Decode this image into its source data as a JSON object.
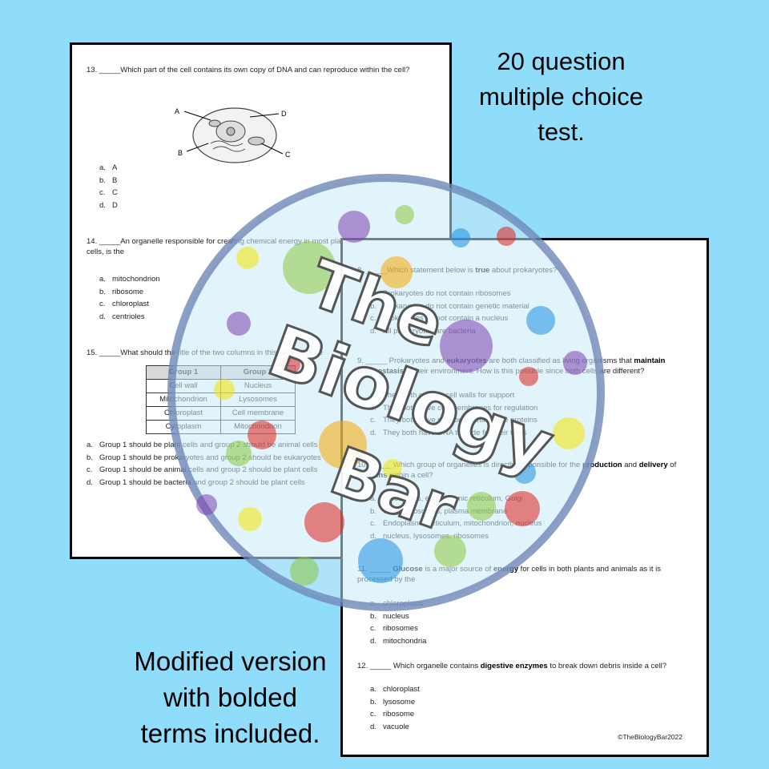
{
  "promo": {
    "top_lines": [
      "20 question",
      "multiple choice",
      "test."
    ],
    "bottom_lines": [
      "Modified version",
      "with bolded",
      "terms included."
    ]
  },
  "logo": {
    "lines": [
      "The",
      "Biology",
      "Bar"
    ]
  },
  "left_page": {
    "q13": {
      "text": "13. _____Which part of the cell contains its own copy of DNA and can reproduce within the cell?",
      "diagram_labels": [
        "A",
        "B",
        "C",
        "D"
      ],
      "options": [
        {
          "letter": "a.",
          "text": "A"
        },
        {
          "letter": "b.",
          "text": "B"
        },
        {
          "letter": "c.",
          "text": "C"
        },
        {
          "letter": "d.",
          "text": "D"
        }
      ]
    },
    "q14": {
      "text": "14. _____An organelle responsible for creating chemical energy in most plant cells and animal cells, is the",
      "options": [
        {
          "letter": "a.",
          "text": "mitochondrion"
        },
        {
          "letter": "b.",
          "text": "ribosome"
        },
        {
          "letter": "c.",
          "text": "chloroplast"
        },
        {
          "letter": "d.",
          "text": "centrioles"
        }
      ]
    },
    "q15": {
      "text": "15. _____What should the title of the two columns in this data table be",
      "table": {
        "headers": [
          "Group 1",
          "Group 2"
        ],
        "rows": [
          [
            "Cell wall",
            "Nucleus"
          ],
          [
            "Mitochondrion",
            "Lysosomes"
          ],
          [
            "Chloroplast",
            "Cell membrane"
          ],
          [
            "Cytoplasm",
            "Mitochondrion"
          ]
        ]
      },
      "options": [
        {
          "letter": "a.",
          "text": "Group 1 should be plant cells and group 2 should be animal cells"
        },
        {
          "letter": "b.",
          "text": "Group 1 should be prokaryotes and group 2 should be eukaryotes"
        },
        {
          "letter": "c.",
          "text": "Group 1 should be animal cells and group 2 should be plant cells"
        },
        {
          "letter": "d.",
          "text": "Group 1 should be bacteria and group 2 should be plant cells"
        }
      ]
    }
  },
  "right_page": {
    "q8": {
      "num": "8.",
      "blank": "_____",
      "pre": "Which statement below is ",
      "bold": "true",
      "post": " about prokaryotes?",
      "options": [
        {
          "letter": "a.",
          "text": "Prokaryotes do not contain ribosomes"
        },
        {
          "letter": "b.",
          "text": "Prokaryotes do not contain genetic material"
        },
        {
          "letter": "c.",
          "text": "Prokaryotes do not contain a nucleus"
        },
        {
          "letter": "d.",
          "text": "All prokaryotes are bacteria"
        }
      ]
    },
    "q9": {
      "num": "9.",
      "blank": "_____",
      "t1": "Prokaryotes and ",
      "b1": "eukaryotes",
      "t2": " are both classified as living organisms that ",
      "b2": "maintain homeostasis",
      "t3": " is their environment. How is this possible since both cells are different?",
      "options": [
        {
          "letter": "a.",
          "text": "They both contain cell walls for support"
        },
        {
          "letter": "b.",
          "text": "They both have cell membranes for regulation"
        },
        {
          "letter": "c.",
          "text": "They both have ribosomes that make proteins"
        },
        {
          "letter": "d.",
          "text": "They both have DNA to code for their traits"
        }
      ]
    },
    "q10": {
      "num": "10.",
      "blank": "_____",
      "t1": "Which group of organelles is directly responsible for the ",
      "b1": "production",
      "t2": " and ",
      "b2": "delivery",
      "t3": " of ",
      "b3": "proteins",
      "t4": " within a cell?",
      "options": [
        {
          "letter": "a.",
          "text": "Ribosomes, endoplasmic reticulum, Golgi"
        },
        {
          "letter": "b.",
          "text": "Golgi, ribosomes, plasma membrane"
        },
        {
          "letter": "c.",
          "text": "Endoplasmic reticulum, mitochondrion, nucleus"
        },
        {
          "letter": "d.",
          "text": "nucleus, lysosomes, ribosomes"
        }
      ]
    },
    "q11": {
      "num": "11.",
      "blank": "_____",
      "b1": "Glucose",
      "t1": " is a major source of ",
      "b2": "energy",
      "t2": " for cells in both plants and animals as it is processed by the",
      "options": [
        {
          "letter": "a.",
          "text": "chloroplasts"
        },
        {
          "letter": "b.",
          "text": "nucleus"
        },
        {
          "letter": "c.",
          "text": "ribosomes"
        },
        {
          "letter": "d.",
          "text": "mitochondria"
        }
      ]
    },
    "q12": {
      "num": "12.",
      "blank": "_____",
      "t1": "Which organelle contains ",
      "b1": "digestive enzymes",
      "t2": " to break down debris inside a cell?",
      "options": [
        {
          "letter": "a.",
          "text": "chloroplast"
        },
        {
          "letter": "b.",
          "text": "lysosome"
        },
        {
          "letter": "c.",
          "text": "ribosome"
        },
        {
          "letter": "d.",
          "text": "vacuole"
        }
      ]
    },
    "copyright": "©TheBiologyBar2022"
  }
}
